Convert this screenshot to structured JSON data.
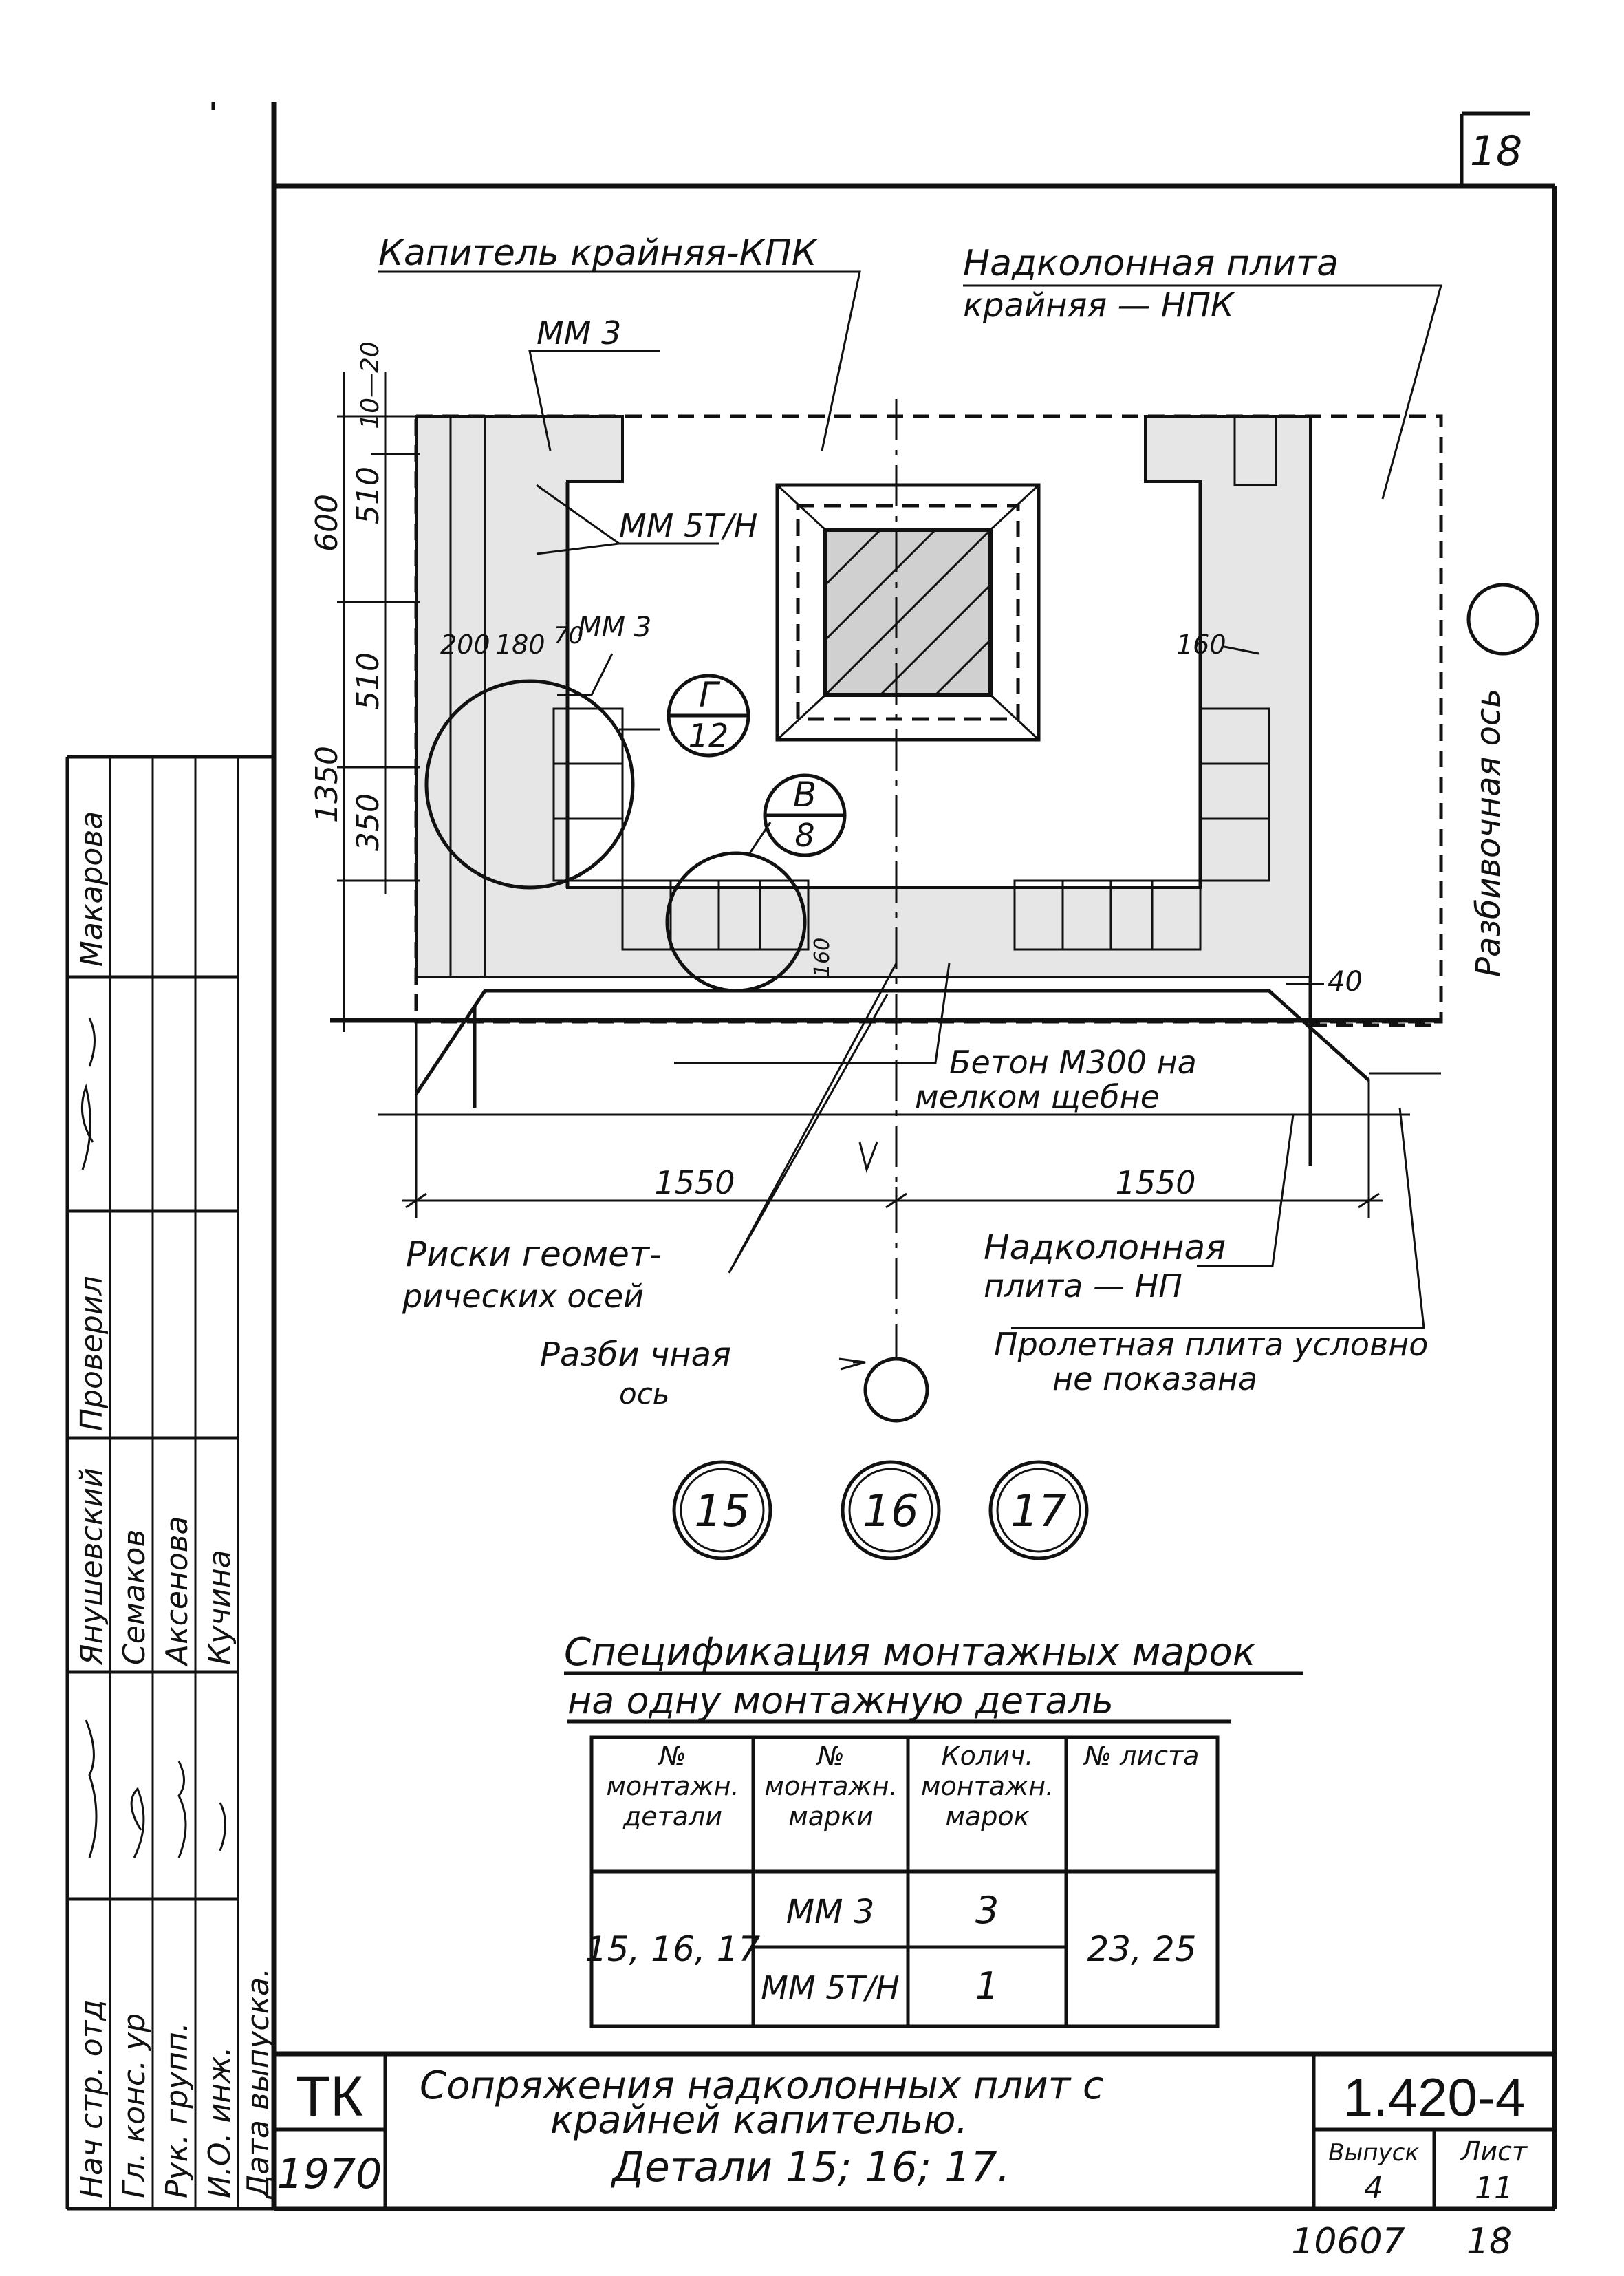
{
  "sheet": {
    "sheet_number_box": "18",
    "bottom_archive": "10607",
    "bottom_sheet": "18"
  },
  "labels": {
    "kpk_title": "Капитель крайняя-КПК",
    "npk_title_line1": "Надколонная плита",
    "npk_title_line2": "крайняя — НПК",
    "mm3_top": "ММ 3",
    "mm5_mid": "ММ 5Т/Н",
    "mm3_mid": "ММ 3",
    "detail_g_top": "Г",
    "detail_g_bottom": "12",
    "detail_v_top": "В",
    "detail_v_bottom": "8",
    "axis_right": "Разбивочная ось",
    "concrete_line1": "Бетон М300 на",
    "concrete_line2": "мелком щебне",
    "risk_line1": "Риски геомет-",
    "risk_line2": "рических осей",
    "np_line1": "Надколонная",
    "np_line2": "плита — НП",
    "axis_bottom_line1": "Разби чная",
    "axis_bottom_line2": "ось",
    "span_line1": "Пролетная плита условно",
    "span_line2": "не показана"
  },
  "dims": {
    "d600": "600",
    "d510a": "510",
    "d10_20": "10—20",
    "d510b": "510",
    "d350": "350",
    "d1350": "1350",
    "d200": "200",
    "d180": "180",
    "d70": "70",
    "d160a": "160",
    "d160b": "160",
    "d40": "40",
    "d1550a": "1550",
    "d1550b": "1550"
  },
  "details": [
    "15",
    "16",
    "17"
  ],
  "spec": {
    "title_line1": "Спецификация монтажных марок",
    "title_line2": "на одну монтажную деталь",
    "headers": [
      "№ монтажн. детали",
      "№ монтажн. марки",
      "Колич. монтажн. марок",
      "№ листа"
    ],
    "row_detail": "15, 16, 17",
    "rows": [
      {
        "mark": "ММ 3",
        "qty": "3"
      },
      {
        "mark": "ММ 5Т/Н",
        "qty": "1"
      }
    ],
    "sheets": "23, 25"
  },
  "title_block": {
    "org": "ТК",
    "year": "1970",
    "title_line1": "Сопряжения надколонных плит с",
    "title_line2": "крайней капителью.",
    "title_line3": "Детали 15; 16; 17.",
    "code": "1.420-4",
    "vypusk_label": "Выпуск",
    "vypusk_value": "4",
    "list_label": "Лист",
    "list_value": "11"
  },
  "side_stamp": {
    "roles": [
      "Нач стр. отд",
      "Гл. конс. ур",
      "Рук. групп.",
      "И.О. инж."
    ],
    "col2_top": "Янушевский",
    "proveril": "Проверил",
    "names": [
      "Семаков",
      "Аксенова",
      "Кучина"
    ],
    "makarova": "Макарова",
    "data_vypuska": "Дата выпуска."
  }
}
